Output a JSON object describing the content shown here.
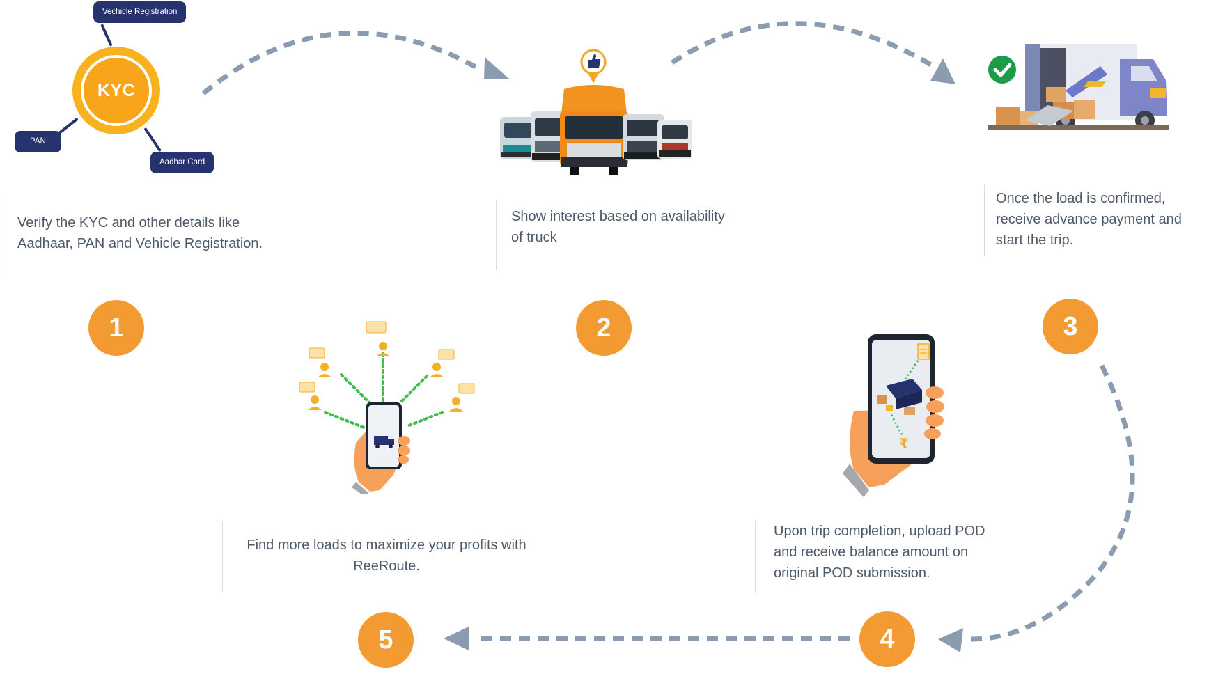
{
  "kyc": {
    "label": "KYC",
    "tags": {
      "vehicle": "Vechicle Registration",
      "pan": "PAN",
      "aadhar": "Aadhar Card"
    }
  },
  "steps": [
    {
      "number": "1",
      "text": "Verify the KYC and other details like Aadhaar, PAN and Vehicle Registration."
    },
    {
      "number": "2",
      "text": "Show interest based on availability\n of truck"
    },
    {
      "number": "3",
      "text": "Once the load is confirmed, receive advance payment and start the trip."
    },
    {
      "number": "4",
      "text": "Upon trip completion, upload POD and receive balance amount on original POD submission."
    },
    {
      "number": "5",
      "text": "Find more loads to maximize your profits with ReeRoute."
    }
  ],
  "icons": {
    "step1": "kyc-badge-icon",
    "step2": "trucks-with-thumbs-up-icon",
    "step3": "loaded-truck-with-checkmark-icon",
    "step4": "phone-pod-upload-icon",
    "step5": "phone-load-network-icon"
  },
  "colors": {
    "badge": "#f39a32",
    "kyc": "#f9a51b",
    "tag": "#27336e",
    "arrow": "#8b9bb0",
    "text": "#4d5a6a",
    "check": "#1c9b48",
    "dots": "#3bbf4a"
  }
}
